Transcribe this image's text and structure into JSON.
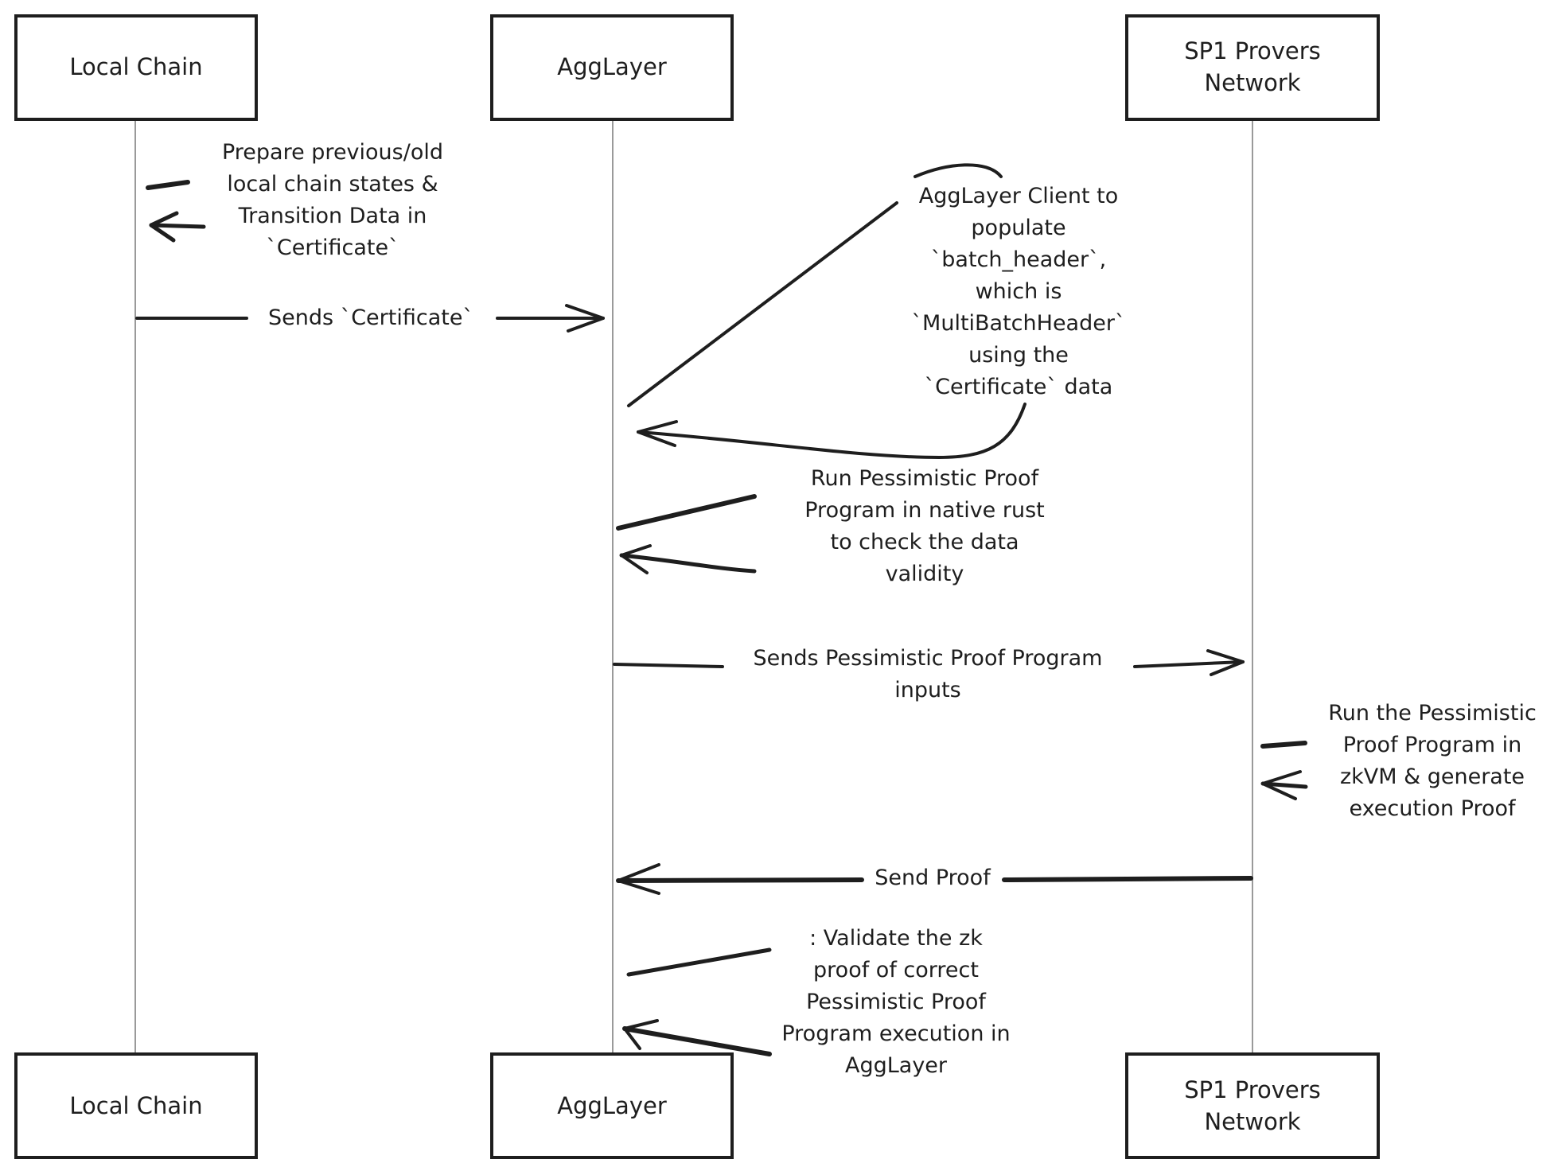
{
  "diagram": {
    "type": "sequence",
    "participants": [
      {
        "id": "local",
        "label_lines": [
          "Local Chain"
        ]
      },
      {
        "id": "agg",
        "label_lines": [
          "AggLayer"
        ]
      },
      {
        "id": "sp1",
        "label_lines": [
          "SP1 Provers",
          "Network"
        ]
      }
    ],
    "messages": [
      {
        "from": "local",
        "to": "local",
        "kind": "self",
        "label_lines": [
          "Prepare previous/old",
          "local chain states &",
          "Transition Data in",
          "`Certificate`"
        ]
      },
      {
        "from": "local",
        "to": "agg",
        "kind": "call",
        "label_lines": [
          "Sends `Certificate`"
        ]
      },
      {
        "from": "agg",
        "to": "agg",
        "kind": "self-loop",
        "label_lines": [
          "AggLayer Client to",
          "populate",
          "`batch_header`,",
          "which is",
          "`MultiBatchHeader`",
          "using the",
          "`Certificate` data"
        ]
      },
      {
        "from": "agg",
        "to": "agg",
        "kind": "self",
        "label_lines": [
          "Run Pessimistic Proof",
          "Program in native rust",
          "to check the data",
          "validity"
        ]
      },
      {
        "from": "agg",
        "to": "sp1",
        "kind": "call",
        "label_lines": [
          "Sends Pessimistic Proof Program",
          "inputs"
        ]
      },
      {
        "from": "sp1",
        "to": "sp1",
        "kind": "self",
        "label_lines": [
          "Run the Pessimistic",
          "Proof Program in",
          "zkVM & generate",
          "execution Proof"
        ]
      },
      {
        "from": "sp1",
        "to": "agg",
        "kind": "return",
        "label_lines": [
          "Send Proof"
        ]
      },
      {
        "from": "agg",
        "to": "agg",
        "kind": "self",
        "label_lines": [
          ": Validate the zk",
          "proof of correct",
          "Pessimistic Proof",
          "Program execution in",
          "AggLayer"
        ]
      }
    ]
  }
}
